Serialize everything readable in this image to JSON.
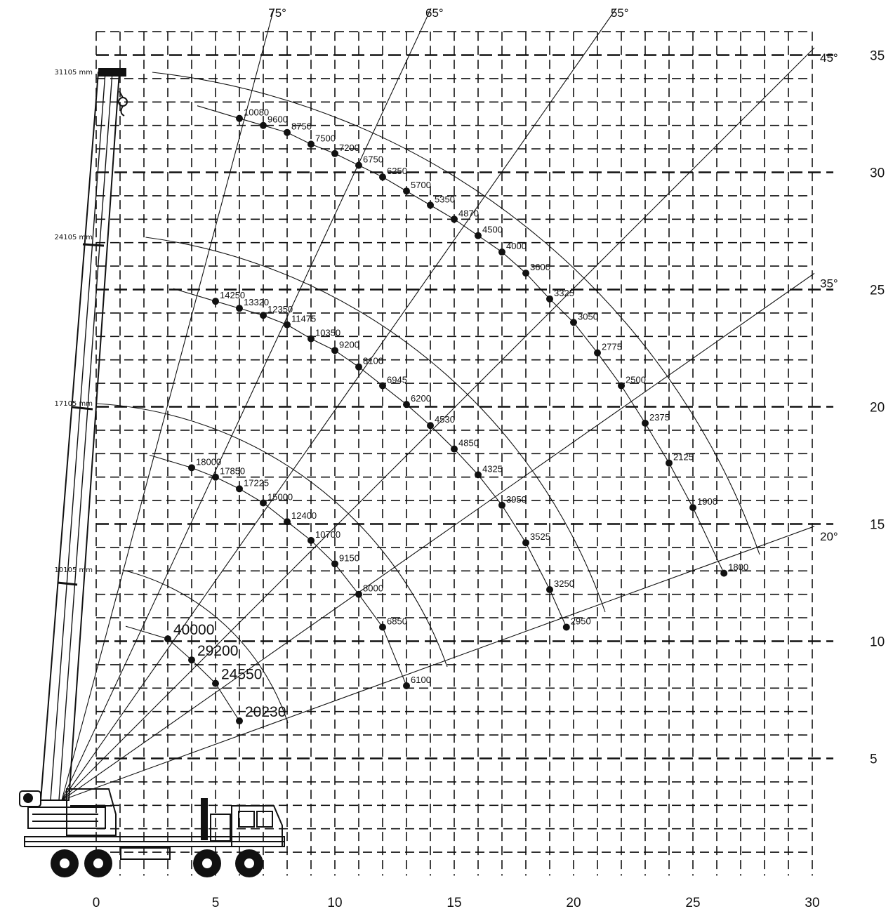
{
  "chart_data": {
    "type": "crane load chart",
    "x_axis": {
      "ticks": [
        "0",
        "5",
        "10",
        "15",
        "20",
        "25",
        "30"
      ],
      "range": [
        0,
        30
      ]
    },
    "y_axis": {
      "ticks": [
        "5",
        "10",
        "15",
        "20",
        "25",
        "30",
        "35"
      ],
      "range": [
        0,
        36
      ]
    },
    "boom_lengths": [
      "31105 mm",
      "24105 mm",
      "17105 mm",
      "10105 mm"
    ],
    "boom_angles": [
      "75°",
      "65°",
      "55°",
      "45°",
      "35°",
      "20°"
    ],
    "load_curves": [
      {
        "boom": "10105 mm",
        "points": [
          {
            "x": 3,
            "y": 10.1,
            "label": "40000"
          },
          {
            "x": 4,
            "y": 9.2,
            "label": "29200"
          },
          {
            "x": 5,
            "y": 8.2,
            "label": "24550"
          },
          {
            "x": 6,
            "y": 6.6,
            "label": "20230"
          }
        ]
      },
      {
        "boom": "17105 mm",
        "points": [
          {
            "x": 4,
            "y": 17.4,
            "label": "18000"
          },
          {
            "x": 5,
            "y": 17.0,
            "label": "17850"
          },
          {
            "x": 6,
            "y": 16.5,
            "label": "17225"
          },
          {
            "x": 7,
            "y": 15.9,
            "label": "15000"
          },
          {
            "x": 8,
            "y": 15.1,
            "label": "12400"
          },
          {
            "x": 9,
            "y": 14.3,
            "label": "10700"
          },
          {
            "x": 10,
            "y": 13.3,
            "label": "9150"
          },
          {
            "x": 11,
            "y": 12.0,
            "label": "8000"
          },
          {
            "x": 12,
            "y": 10.6,
            "label": "6850"
          },
          {
            "x": 13,
            "y": 8.1,
            "label": "6100"
          }
        ]
      },
      {
        "boom": "24105 mm",
        "points": [
          {
            "x": 5,
            "y": 24.5,
            "label": "14250"
          },
          {
            "x": 6,
            "y": 24.2,
            "label": "13320"
          },
          {
            "x": 7,
            "y": 23.9,
            "label": "12350"
          },
          {
            "x": 8,
            "y": 23.5,
            "label": "11475"
          },
          {
            "x": 9,
            "y": 22.9,
            "label": "10350"
          },
          {
            "x": 10,
            "y": 22.4,
            "label": "9200"
          },
          {
            "x": 11,
            "y": 21.7,
            "label": "8100"
          },
          {
            "x": 12,
            "y": 20.9,
            "label": "6945"
          },
          {
            "x": 13,
            "y": 20.1,
            "label": "6200"
          },
          {
            "x": 14,
            "y": 19.2,
            "label": "4530"
          },
          {
            "x": 15,
            "y": 18.2,
            "label": "4850"
          },
          {
            "x": 16,
            "y": 17.1,
            "label": "4325"
          },
          {
            "x": 17,
            "y": 15.8,
            "label": "3950"
          },
          {
            "x": 18,
            "y": 14.2,
            "label": "3525"
          },
          {
            "x": 19,
            "y": 12.2,
            "label": "3250"
          },
          {
            "x": 19.7,
            "y": 10.6,
            "label": "2950"
          }
        ]
      },
      {
        "boom": "31105 mm",
        "points": [
          {
            "x": 6,
            "y": 32.3,
            "label": "10080"
          },
          {
            "x": 7,
            "y": 32.0,
            "label": "9600"
          },
          {
            "x": 8,
            "y": 31.7,
            "label": "8750"
          },
          {
            "x": 9,
            "y": 31.2,
            "label": "7500"
          },
          {
            "x": 10,
            "y": 30.8,
            "label": "7200"
          },
          {
            "x": 11,
            "y": 30.3,
            "label": "6750"
          },
          {
            "x": 12,
            "y": 29.8,
            "label": "6250"
          },
          {
            "x": 13,
            "y": 29.2,
            "label": "5700"
          },
          {
            "x": 14,
            "y": 28.6,
            "label": "5350"
          },
          {
            "x": 15,
            "y": 28.0,
            "label": "4870"
          },
          {
            "x": 16,
            "y": 27.3,
            "label": "4500"
          },
          {
            "x": 17,
            "y": 26.6,
            "label": "4000"
          },
          {
            "x": 18,
            "y": 25.7,
            "label": "3600"
          },
          {
            "x": 19,
            "y": 24.6,
            "label": "3325"
          },
          {
            "x": 20,
            "y": 23.6,
            "label": "3050"
          },
          {
            "x": 21,
            "y": 22.3,
            "label": "2775"
          },
          {
            "x": 22,
            "y": 20.9,
            "label": "2500"
          },
          {
            "x": 23,
            "y": 19.3,
            "label": "2375"
          },
          {
            "x": 24,
            "y": 17.6,
            "label": "2125"
          },
          {
            "x": 25,
            "y": 15.7,
            "label": "1900"
          },
          {
            "x": 26.3,
            "y": 12.9,
            "label": "1800"
          }
        ]
      }
    ]
  }
}
